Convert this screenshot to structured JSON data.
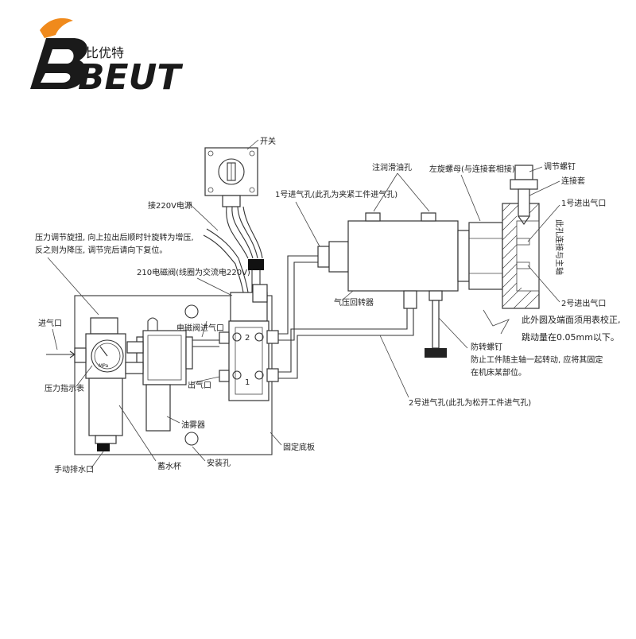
{
  "brand": {
    "logo_text": "BEUT",
    "logo_cn": "比优特",
    "color_orange": "#f08a1c",
    "color_dark": "#1a1a1a"
  },
  "labels": {
    "switch": "开关",
    "power": "接220V电源",
    "hole1": "1号进气孔(此孔为夹紧工件进气孔)",
    "oil_hole": "注润滑油孔",
    "left_nut": "左旋螺母(与连接套相接)",
    "adjust_screw": "调节螺钉",
    "connector": "连接套",
    "out1": "1号进出气口",
    "spindle": "此孔连接与主轴",
    "out2": "2号进出气口",
    "runout1": "此外圆及端面须用表校正,",
    "runout2": "跳动量在0.05mm以下。",
    "reg1": "压力调节旋扭, 向上拉出后顺时针旋转为增压,",
    "reg2": "反之则为降压, 调节完后请向下复位。",
    "valve": "210电磁阀(线圈为交流电220V)",
    "cylinder": "气压回转器",
    "inlet": "进气口",
    "valve_inlet": "电磁阀进气口",
    "outlet": "出气口",
    "gauge": "压力指示表",
    "anti1": "防转螺钉",
    "anti2": "防止工件随主轴一起转动, 应将其固定",
    "anti3": "在机床某部位。",
    "hole2": "2号进气孔(此孔为松开工件进气孔)",
    "oiler": "油雾器",
    "drain": "手动排水口",
    "cup": "蓄水杯",
    "mount_hole": "安装孔",
    "plate": "固定底板",
    "port1": "1",
    "port2": "2",
    "mpa": "MPa"
  }
}
